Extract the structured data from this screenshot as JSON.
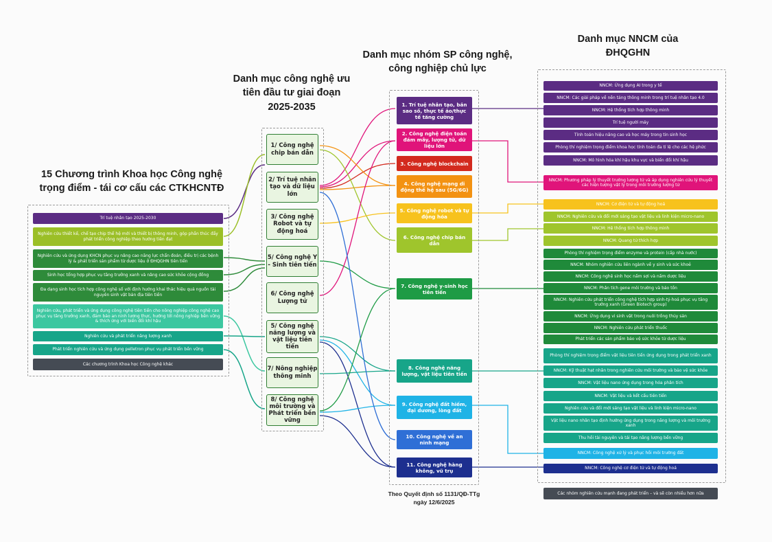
{
  "colors": {
    "purple": "#5b2c83",
    "olive": "#9bbf27",
    "green": "#2e8b3a",
    "teal": "#17a589",
    "lightteal": "#3cc7a0",
    "dark": "#454b54",
    "magenta": "#e0147a",
    "red": "#d32a1e",
    "orange": "#f39212",
    "yellow": "#f7c21d",
    "lime": "#9fc52c",
    "midgreen": "#1e9b45",
    "cyan": "#1fb3e6",
    "blue": "#2f6fd6",
    "navy": "#1d2f8f",
    "darkgreen": "#1f8a3a"
  },
  "headers": {
    "left": "15 Chương trình Khoa học Công nghệ trọng điểm - tái cơ cấu các CTKHCNTĐ",
    "tech": "Danh mục công nghệ ưu tiên đầu tư giai đoạn 2025-2035",
    "product": "Danh mục nhóm SP công nghệ, công nghiệp chủ lực",
    "nncm": "Danh mục NNCM của ĐHQGHN"
  },
  "programs": [
    {
      "label": "Trí tuệ nhân tạo 2025-2030",
      "color": "#5b2c83"
    },
    {
      "label": "Nghiên cứu thiết kế, chế tạo chip thế hệ mới và thiết bị thông minh, góp phần thúc đẩy phát triển công nghiệp theo hướng tiên đạt",
      "color": "#9bbf27"
    },
    {
      "label": "Nghiên cứu và ứng dụng KHCN phục vụ nâng cao năng lực chẩn đoán, điều trị các bệnh lý & phát triển sản phẩm từ dược liệu ở ĐHQGHN tiên tiến",
      "color": "#2e8b3a"
    },
    {
      "label": "Sinh học tổng hợp phục vụ tăng trưởng xanh và nâng cao sức khỏe cộng đồng",
      "color": "#2e8b3a"
    },
    {
      "label": "Đa dạng sinh học tích hợp công nghệ số với định hướng khai thác hiệu quả nguồn tài nguyên sinh vật bản địa tiên tiến",
      "color": "#2e8b3a"
    },
    {
      "label": "Nghiên cứu, phát triển và ứng dụng công nghệ tiên tiến cho nông nghiệp công nghệ cao phục vụ tăng trưởng xanh, đảm bảo an ninh lương thực, hướng tới nông nghiệp bền vững & thích ứng với biến đổi khí hậu",
      "color": "#3cc7a0"
    },
    {
      "label": "Nghiên cứu và phát triển năng lượng xanh",
      "color": "#17a589"
    },
    {
      "label": "Phát triển nghiên cứu và ứng dụng pelletron phục vụ phát triển bền vững",
      "color": "#17a589"
    },
    {
      "label": "Các chương trình Khoa học Công nghệ khác",
      "color": "#454b54"
    }
  ],
  "techs": [
    {
      "label": "1/ Công nghệ chip bán dẫn"
    },
    {
      "label": "2/ Trí tuệ nhân tạo và dữ liệu lớn"
    },
    {
      "label": "3/ Công nghệ Robot và tự động hoá"
    },
    {
      "label": "5/ Công nghệ Y - Sinh tiên tiến"
    },
    {
      "label": "6/ Công nghệ Lượng tử"
    },
    {
      "label": "5/ Công nghệ năng lượng và vật liệu tiên tiến"
    },
    {
      "label": "7/ Nông nghiệp thông minh"
    },
    {
      "label": "8/ Công nghệ môi trường và Phát triển bền vững"
    }
  ],
  "products": [
    {
      "label": "1. Trí tuệ nhân tạo, bản sao số, thực tế ảo/thực tế tăng cường",
      "color": "#5b2c83"
    },
    {
      "label": "2. Công nghệ điện toán đám mây, lượng tử, dữ liệu lớn",
      "color": "#e0147a"
    },
    {
      "label": "3. Công nghệ blockchain",
      "color": "#d32a1e"
    },
    {
      "label": "4. Công nghệ mạng di động thế hệ sau (5G/6G)",
      "color": "#f39212"
    },
    {
      "label": "5. Công nghệ robot và tự động hóa",
      "color": "#f7c21d"
    },
    {
      "label": "6. Công nghệ chip bán dẫn",
      "color": "#9fc52c"
    },
    {
      "label": "7. Công nghệ y-sinh học tiên tiến",
      "color": "#1e9b45"
    },
    {
      "label": "8. Công nghệ năng lượng, vật liệu tiên tiến",
      "color": "#17a589"
    },
    {
      "label": "9. Công nghệ đất hiếm, đại dương, lòng đất",
      "color": "#1fb3e6"
    },
    {
      "label": "10. Công nghệ về an ninh mạng",
      "color": "#2f6fd6"
    },
    {
      "label": "11. Công nghệ hàng không, vũ trụ",
      "color": "#1d2f8f"
    }
  ],
  "product_caption": "Theo Quyết định số 1131/QĐ-TTg ngày 12/6/2025",
  "nncm": [
    {
      "label": "NNCM: Ứng dụng AI trong y tế",
      "color": "#5b2c83"
    },
    {
      "label": "NNCM: Các giải pháp về nền tảng thông minh trong trí tuệ nhân tạo 4.0",
      "color": "#5b2c83"
    },
    {
      "label": "NNCM: Hệ thống tích hợp thông minh",
      "color": "#5b2c83"
    },
    {
      "label": "Trí tuệ người máy",
      "color": "#5b2c83"
    },
    {
      "label": "Tính toán hiệu năng cao và học máy trong tin sinh học",
      "color": "#5b2c83"
    },
    {
      "label": "Phòng thí nghiệm trọng điểm khoa học tính toán đa tỉ lệ cho các hệ phức",
      "color": "#5b2c83"
    },
    {
      "label": "NNCM: Mô hình hóa khí hậu khu vực và biến đổi khí hậu",
      "color": "#5b2c83"
    },
    {
      "label": "NNCM: Phương pháp lý thuyết trường lượng tử và áp dụng nghiên cứu lý thuyết các hiện tượng vật lý trong môi trường lượng tử",
      "color": "#e0147a"
    },
    {
      "label": "NNCM: Cơ điện tử và tự động hoá",
      "color": "#f7c21d"
    },
    {
      "label": "NNCM: Nghiên cứu và đổi mới sáng tạo vật liệu và linh kiện micro-nano",
      "color": "#9fc52c"
    },
    {
      "label": "NNCM: Hệ thống tích hợp thông minh",
      "color": "#9fc52c"
    },
    {
      "label": "NNCM: Quang tử thích hợp",
      "color": "#9fc52c"
    },
    {
      "label": "Phòng thí nghiệm trọng điểm enzyme và protein (cấp nhà nước)",
      "color": "#1f8a3a"
    },
    {
      "label": "NNCM: Nhóm nghiên cứu liên ngành về y sinh và sức khoẻ",
      "color": "#1f8a3a"
    },
    {
      "label": "NNCM: Công nghệ sinh học nấm sợi và nấm dược liệu",
      "color": "#1f8a3a"
    },
    {
      "label": "NNCM: Phân tích gene môi trường và bảo tồn",
      "color": "#1f8a3a"
    },
    {
      "label": "NNCM: Nghiên cứu phát triển công nghệ tích hợp sinh-tý-hoá phục vụ tăng trưởng xanh (Green Biotech group)",
      "color": "#1f8a3a"
    },
    {
      "label": "NNCM: Ứng dụng vi sinh vật trong nuôi trồng thủy sản",
      "color": "#1f8a3a"
    },
    {
      "label": "NNCM: Nghiên cứu phát triển thuốc",
      "color": "#1f8a3a"
    },
    {
      "label": "Phát triển các sản phẩm bảo vệ sức khỏe từ dược liệu",
      "color": "#1f8a3a"
    },
    {
      "label": "Phòng thí nghiệm trọng điểm vật liệu tiên tiến ứng dụng trong phát triển xanh",
      "color": "#17a589"
    },
    {
      "label": "NNCM: Kỹ thuật hạt nhân trong nghiên cứu môi trường và bảo vệ sức khỏe",
      "color": "#17a589"
    },
    {
      "label": "NNCM: Vật liệu nano ứng dụng trong hóa phân tích",
      "color": "#17a589"
    },
    {
      "label": "NNCM: Vật liệu và kết cấu tiên tiến",
      "color": "#17a589"
    },
    {
      "label": "Nghiên cứu và đổi mới sáng tạo vật liệu và linh kiện micro-nano",
      "color": "#17a589"
    },
    {
      "label": "Vật liệu nano nhân tạo định hướng ứng dụng trong năng lượng và môi trường xanh",
      "color": "#17a589"
    },
    {
      "label": "Thu hồi tài nguyên và tái tạo năng lượng bền vững",
      "color": "#17a589"
    },
    {
      "label": "NNCM: Công nghệ xử lý và phục hồi môi trường đất",
      "color": "#1fb3e6"
    },
    {
      "label": "NNCM: Công nghệ cơ điện tử và tự động hoá",
      "color": "#1d2f8f"
    },
    {
      "label": "Các nhóm nghiên cứu mạnh đang phát triển – và sẽ còn nhiều hơn nữa",
      "color": "#454b54"
    }
  ]
}
